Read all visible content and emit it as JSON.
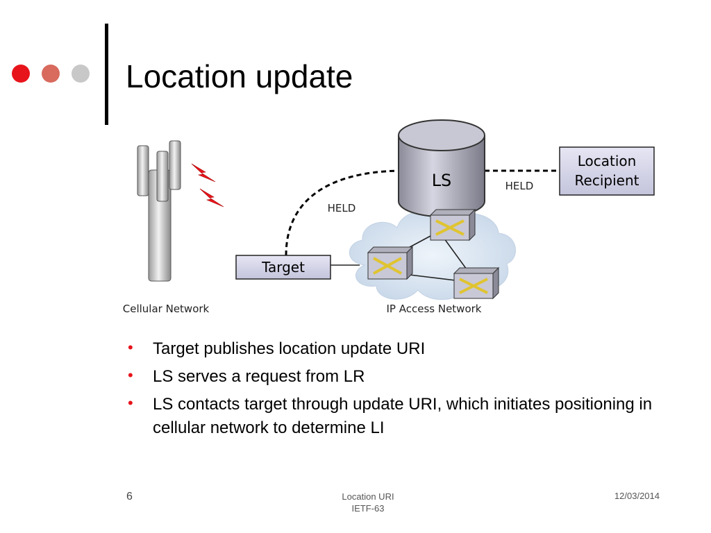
{
  "slide": {
    "title": "Location update",
    "number": "6",
    "footer_center_line1": "Location URI",
    "footer_center_line2": "IETF-63",
    "date": "12/03/2014"
  },
  "diagram": {
    "ls_label": "LS",
    "location_recipient_line1": "Location",
    "location_recipient_line2": "Recipient",
    "target_label": "Target",
    "held_left": "HELD",
    "held_right": "HELD",
    "cellular_network": "Cellular Network",
    "ip_access_network": "IP Access Network"
  },
  "bullets": [
    "Target publishes location update URI",
    "LS serves a request from LR",
    "LS contacts target through update URI, which initiates positioning in cellular network to determine LI"
  ],
  "colors": {
    "accent_red": "#e8141c",
    "box_fill": "#d8d8ec",
    "cloud_fill": "#d2e0ee"
  }
}
